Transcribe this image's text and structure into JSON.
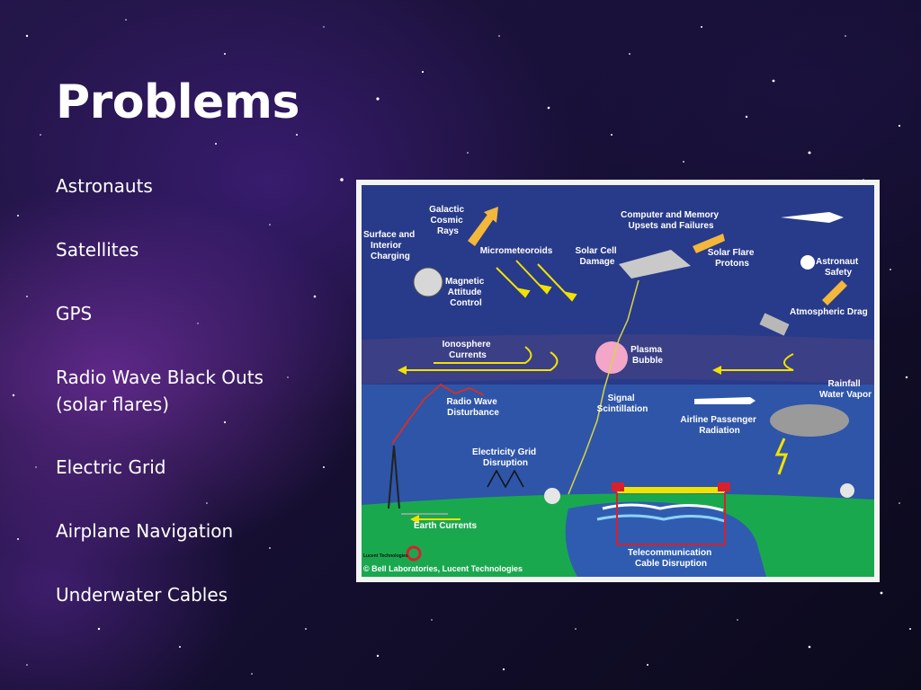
{
  "slide": {
    "title": "Problems",
    "bullets": [
      "Astronauts",
      "Satellites",
      "GPS",
      "Radio Wave Black Outs",
      "(solar flares)",
      "Electric Grid",
      "Airplane Navigation",
      "Underwater Cables"
    ]
  },
  "diagram": {
    "labels": {
      "galactic": [
        "Galactic",
        "Cosmic",
        "Rays"
      ],
      "surface": [
        "Surface and",
        "Interior",
        "Charging"
      ],
      "micrometeoroids": "Micrometeoroids",
      "magnetic": [
        "Magnetic",
        "Attitude",
        "Control"
      ],
      "computer": [
        "Computer and Memory",
        "Upsets and Failures"
      ],
      "solar_cell": [
        "Solar Cell",
        "Damage"
      ],
      "solar_flare": [
        "Solar Flare",
        "Protons"
      ],
      "astronaut": [
        "Astronaut",
        "Safety"
      ],
      "drag": "Atmospheric Drag",
      "ionosphere": [
        "Ionosphere",
        "Currents"
      ],
      "plasma": [
        "Plasma",
        "Bubble"
      ],
      "rainfall": [
        "Rainfall",
        "Water Vapor"
      ],
      "radio": [
        "Radio Wave",
        "Disturbance"
      ],
      "signal": [
        "Signal",
        "Scintillation"
      ],
      "airline": [
        "Airline Passenger",
        "Radiation"
      ],
      "grid": [
        "Electricity Grid",
        "Disruption"
      ],
      "earth": "Earth Currents",
      "telecom": [
        "Telecommunication",
        "Cable Disruption"
      ],
      "credit": "© Bell Laboratories, Lucent Technologies",
      "logo_text": "Lucent Technologies"
    },
    "colors": {
      "space": "#283a8a",
      "ionosphere": "#3a3f86",
      "lower_sky": "#2e55a8",
      "ground": "#1aa84f",
      "ocean": "#2f5cb0",
      "arrow_yellow": "#f2e200",
      "arrow_orange": "#f3b73a",
      "disturbance_red": "#c8322e"
    }
  }
}
